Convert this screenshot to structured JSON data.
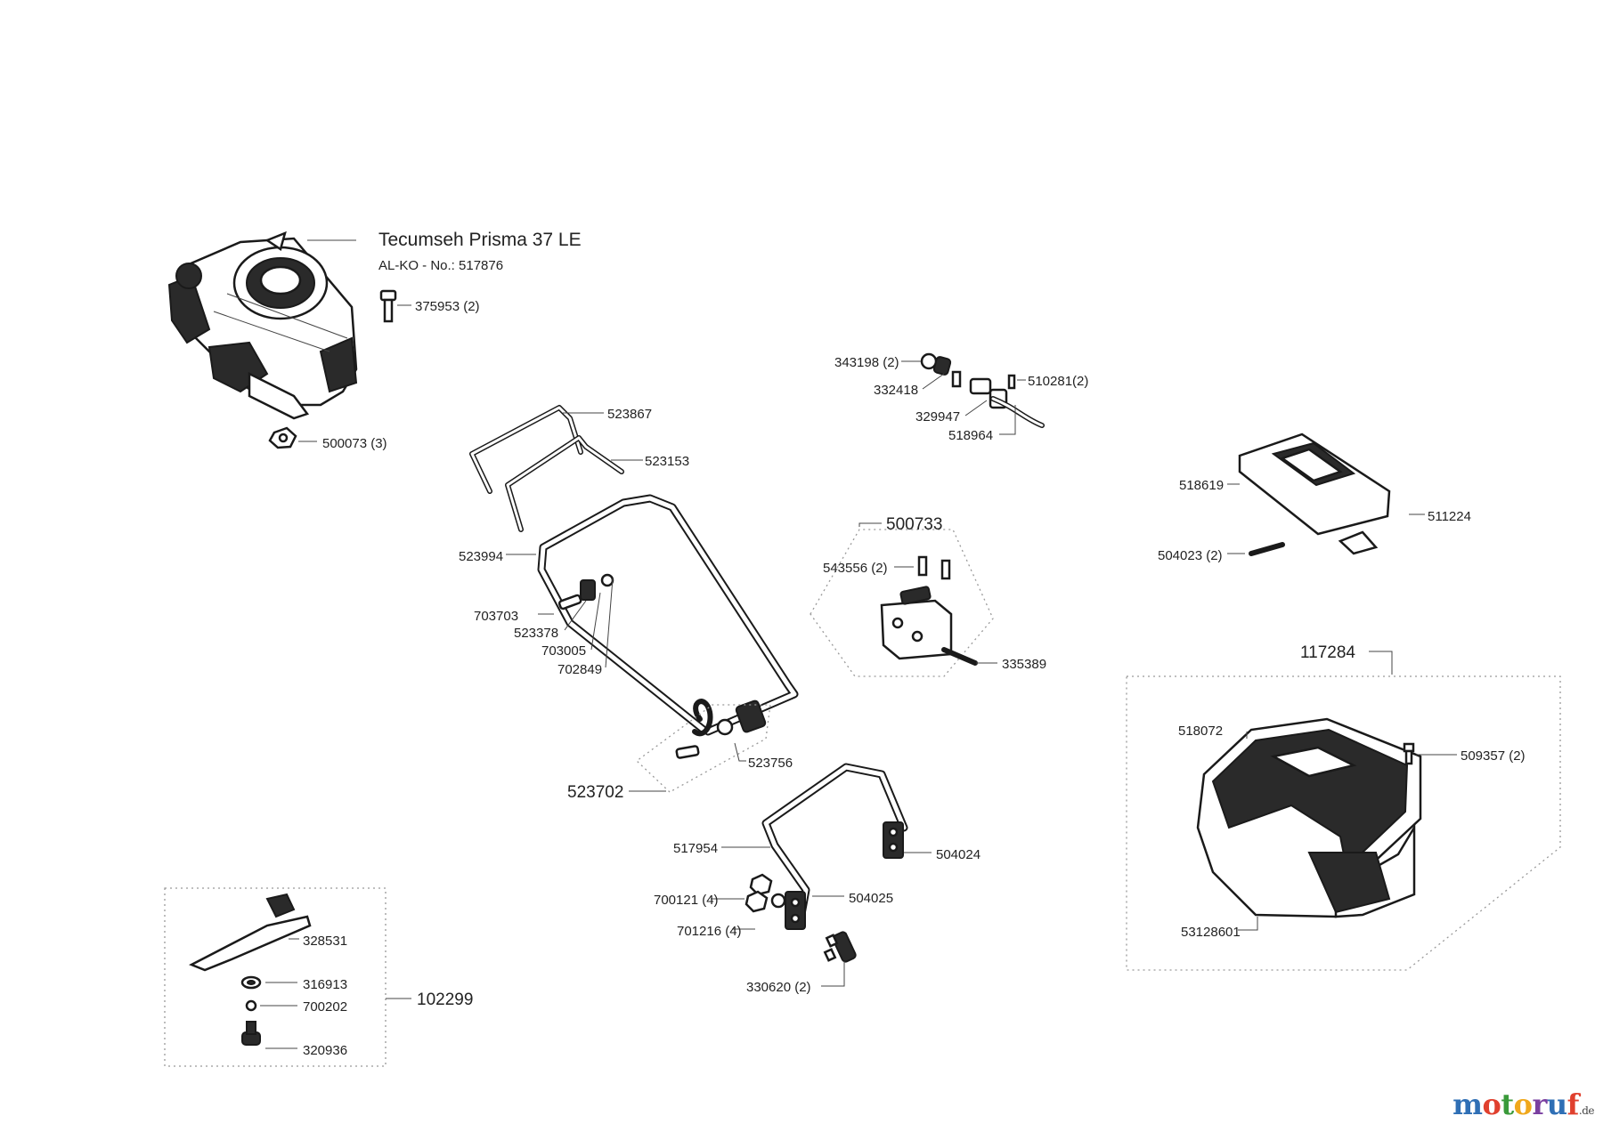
{
  "engine": {
    "title": "Tecumseh  Prisma 37 LE",
    "subtitle": "AL-KO - No.: 517876",
    "bolt": "375953 (2)",
    "nut": "500073 (3)"
  },
  "handle": {
    "upper_bar": "523867",
    "upper_bar_2": "523153",
    "frame": "523994",
    "bolt": "703703",
    "knob": "523378",
    "washer": "703005",
    "nut": "702849",
    "clip": "523756",
    "assembly": "523702"
  },
  "lower_handle": {
    "bar": "517954",
    "bracket_right": "504024",
    "nuts": "700121 (4)",
    "washers": "701216 (4)",
    "bracket_left": "504025",
    "bolts": "330620 (2)"
  },
  "throttle": {
    "screw": "343198 (2)",
    "lever": "332418",
    "clamp": "329947",
    "cable": "518964",
    "screw2": "510281(2)"
  },
  "switch": {
    "assembly": "500733",
    "screws": "543556 (2)",
    "cable": "335389"
  },
  "flap": {
    "cover": "518619",
    "spring": "511224",
    "pin": "504023 (2)"
  },
  "catcher": {
    "assembly": "117284",
    "top": "518072",
    "screws": "509357 (2)",
    "bag": "53128601"
  },
  "blade": {
    "assembly": "102299",
    "blade": "328531",
    "washer": "316913",
    "lock_washer": "700202",
    "bolt": "320936"
  },
  "watermark": {
    "letters": [
      "m",
      "o",
      "t",
      "o",
      "r",
      "u",
      "f"
    ],
    "colors": [
      "#2f6fb5",
      "#e0402e",
      "#3a9a3a",
      "#f0a81c",
      "#7a3fa0",
      "#2f6fb5",
      "#e0402e"
    ],
    "suffix": ".de"
  }
}
